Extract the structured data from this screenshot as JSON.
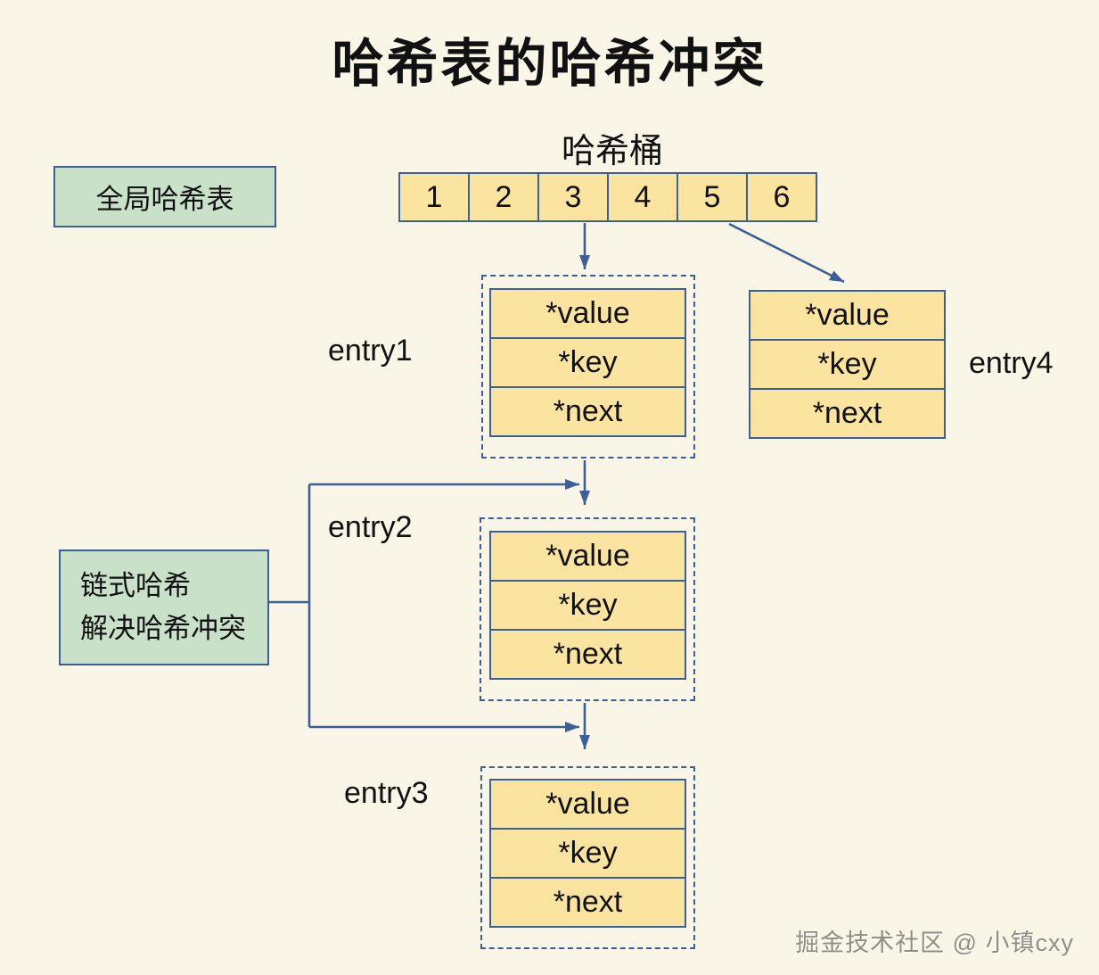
{
  "title": "哈希表的哈希冲突",
  "bucket": {
    "label": "哈希桶",
    "cells": [
      "1",
      "2",
      "3",
      "4",
      "5",
      "6"
    ]
  },
  "boxes": {
    "global_hash_table": "全局哈希表",
    "chained_hash_line1": "链式哈希",
    "chained_hash_line2": "解决哈希冲突"
  },
  "entries": [
    {
      "name": "entry1",
      "fields": [
        "*value",
        "*key",
        "*next"
      ]
    },
    {
      "name": "entry2",
      "fields": [
        "*value",
        "*key",
        "*next"
      ]
    },
    {
      "name": "entry3",
      "fields": [
        "*value",
        "*key",
        "*next"
      ]
    },
    {
      "name": "entry4",
      "fields": [
        "*value",
        "*key",
        "*next"
      ]
    }
  ],
  "watermark": "掘金技术社区 @ 小镇cxy",
  "colors": {
    "background": "#faf6e7",
    "cell_fill": "#fbe3a0",
    "green_fill": "#c9e1c9",
    "border_blue": "#3d5f98",
    "arrow_blue": "#3d5f98",
    "text": "#111111",
    "watermark": "#8f8e82"
  }
}
